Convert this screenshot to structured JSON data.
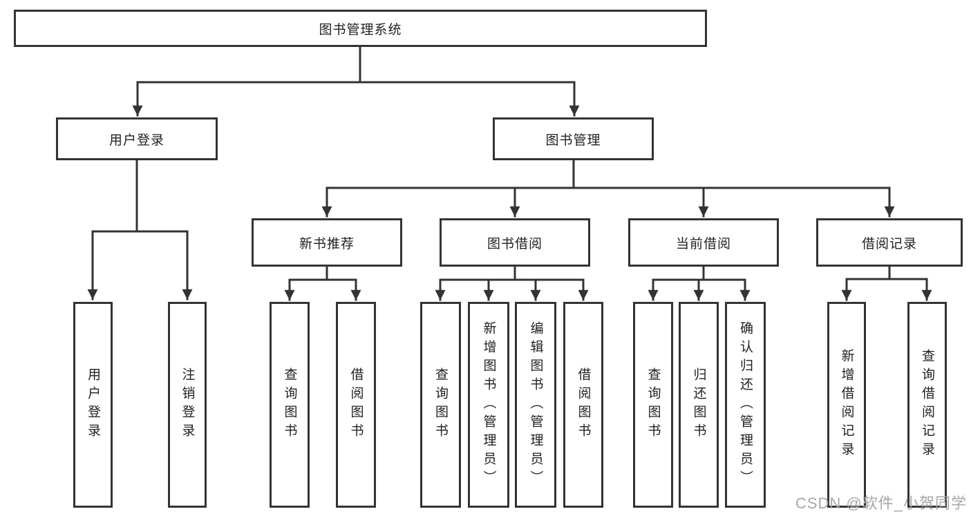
{
  "tree": {
    "label": "图书管理系统",
    "children": [
      {
        "label": "用户登录",
        "children": [
          {
            "label": "用户登录"
          },
          {
            "label": "注销登录"
          }
        ]
      },
      {
        "label": "图书管理",
        "children": [
          {
            "label": "新书推荐",
            "children": [
              {
                "label": "查询图书"
              },
              {
                "label": "借阅图书"
              }
            ]
          },
          {
            "label": "图书借阅",
            "children": [
              {
                "label": "查询图书"
              },
              {
                "label": "新增图书（管理员）"
              },
              {
                "label": "编辑图书（管理员）"
              },
              {
                "label": "借阅图书"
              }
            ]
          },
          {
            "label": "当前借阅",
            "children": [
              {
                "label": "查询图书"
              },
              {
                "label": "归还图书"
              },
              {
                "label": "确认归还（管理员）"
              }
            ]
          },
          {
            "label": "借阅记录",
            "children": [
              {
                "label": "新增借阅记录"
              },
              {
                "label": "查询借阅记录"
              }
            ]
          }
        ]
      }
    ]
  },
  "watermark": {
    "text": "CSDN @软件_小贺同学",
    "color": "#a6a6a6"
  },
  "colors": {
    "line": "#333333",
    "box_border": "#333333",
    "box_fill": "#ffffff",
    "text": "#1f1f1f",
    "background": "#ffffff"
  }
}
